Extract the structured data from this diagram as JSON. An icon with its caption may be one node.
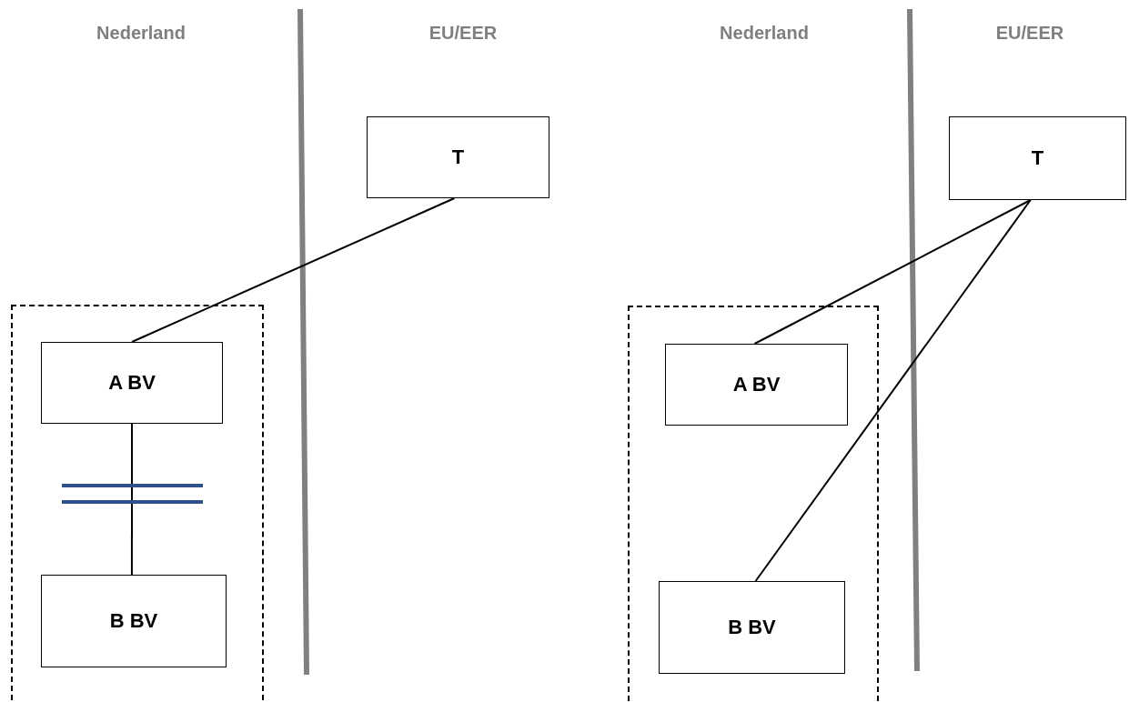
{
  "diagram": {
    "nodes": [
      {
        "text": [
          "T"
        ]
      },
      {
        "text": [],
        "shape": "box"
      },
      {
        "text": [
          "A BV"
        ],
        "in": 1
      },
      {
        "text": [
          "B BV"
        ],
        "in": 1
      },
      {
        "text": [
          "T"
        ]
      },
      {
        "text": [],
        "shape": "box"
      },
      {
        "text": [
          "A BV"
        ],
        "in": 5
      },
      {
        "text": [
          "B BV"
        ],
        "in": 5
      }
    ],
    "edges": [
      {
        "from": 0,
        "to": 2,
        "arrow": "none"
      },
      {
        "from": 2,
        "to": 3,
        "arrow": "none"
      },
      {
        "from": 4,
        "to": 6,
        "arrow": "none"
      },
      {
        "from": 4,
        "to": 7,
        "arrow": "none"
      }
    ],
    "labels": [
      "Nederland",
      "EU/EER",
      "Nederland",
      "EU/EER"
    ]
  }
}
